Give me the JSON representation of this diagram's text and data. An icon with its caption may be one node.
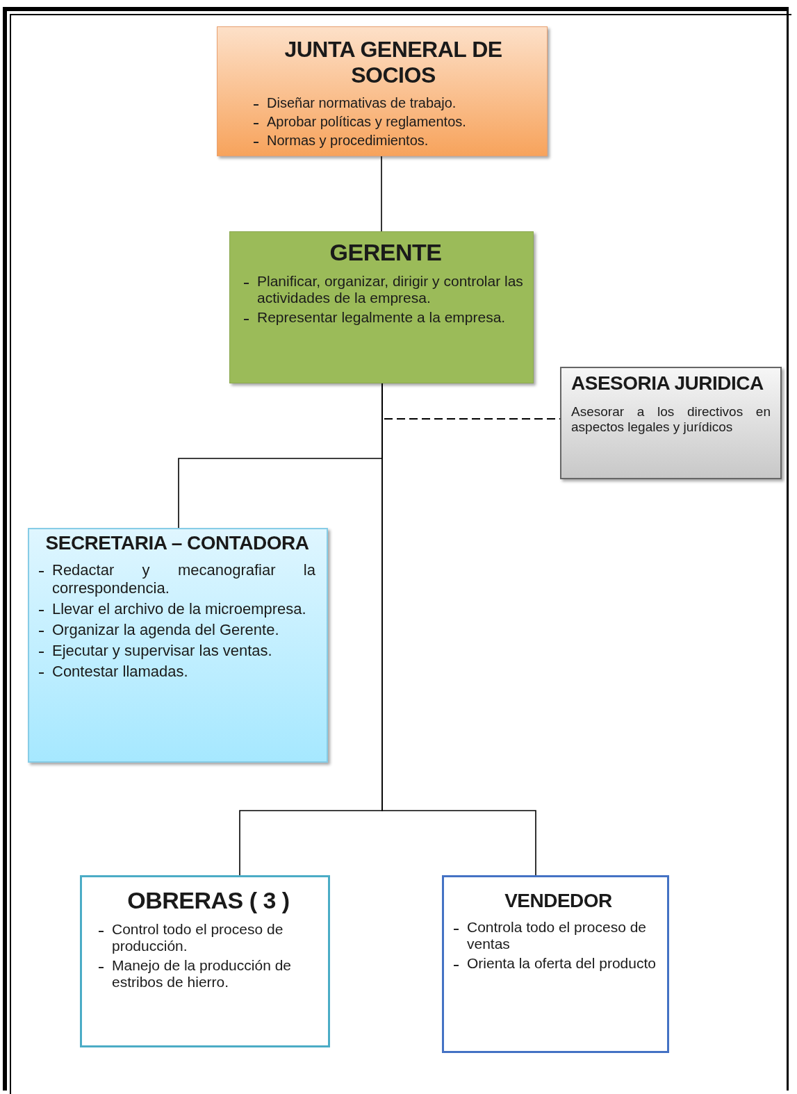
{
  "diagram": {
    "nodes": [
      {
        "text": [
          "JUNTA GENERAL DE SOCIOS",
          "Diseñar normativas de trabajo.",
          "Aprobar políticas y reglamentos.",
          "Normas y procedimientos."
        ]
      },
      {
        "text": [
          "GERENTE",
          "Planificar, organizar, dirigir y controlar las actividades de la empresa.",
          "Representar legalmente a la empresa."
        ]
      },
      {
        "text": [
          "ASESORIA JURIDICA",
          "Asesorar a los directivos en aspectos legales y jurídicos"
        ]
      },
      {
        "text": [
          "SECRETARIA – CONTADORA",
          "Redactar y mecanografiar la correspondencia.",
          "Llevar el archivo de la microempresa.",
          "Organizar la agenda del Gerente.",
          "Ejecutar y supervisar las ventas.",
          "Contestar llamadas."
        ]
      },
      {
        "text": [
          "OBRERAS ( 3 )",
          "Control todo el proceso de producción.",
          "Manejo de la producción de estribos de hierro."
        ]
      },
      {
        "text": [
          "VENDEDOR",
          "Controla todo el proceso de ventas",
          "Orienta la oferta del producto"
        ]
      }
    ],
    "edges": [
      {
        "from": 0,
        "to": 1,
        "arrow": "none"
      },
      {
        "from": 1,
        "to": 2,
        "arrow": "none",
        "style": "dashed"
      },
      {
        "from": 1,
        "to": 3,
        "arrow": "none"
      },
      {
        "from": 1,
        "to": 4,
        "arrow": "none"
      },
      {
        "from": 1,
        "to": 5,
        "arrow": "none"
      }
    ]
  }
}
